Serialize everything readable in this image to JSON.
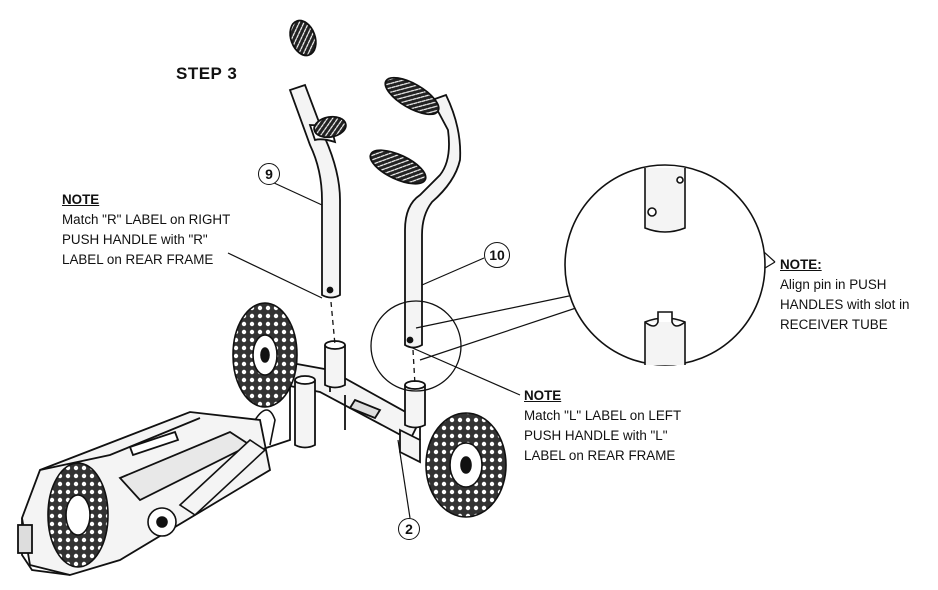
{
  "step_title": "STEP 3",
  "callouts": {
    "part_9": "9",
    "part_10": "10",
    "part_2": "2"
  },
  "note_right": {
    "heading": "NOTE",
    "lines": [
      "Match \"R\" LABEL on RIGHT",
      "PUSH HANDLE with \"R\"",
      "LABEL on REAR FRAME"
    ]
  },
  "note_left": {
    "heading": "NOTE",
    "lines": [
      "Match \"L\" LABEL on LEFT",
      "PUSH HANDLE with \"L\"",
      "LABEL on REAR FRAME"
    ]
  },
  "note_pin": {
    "heading": "NOTE:",
    "lines": [
      "Align pin in PUSH",
      "HANDLES with slot in",
      "RECEIVER TUBE"
    ]
  },
  "colors": {
    "line": "#111111",
    "grip": "#222222",
    "metal": "#f4f4f4"
  },
  "icons": [
    "push-handle-right",
    "push-handle-left",
    "rear-frame",
    "wheel-left",
    "wheel-right",
    "detail-magnifier"
  ]
}
